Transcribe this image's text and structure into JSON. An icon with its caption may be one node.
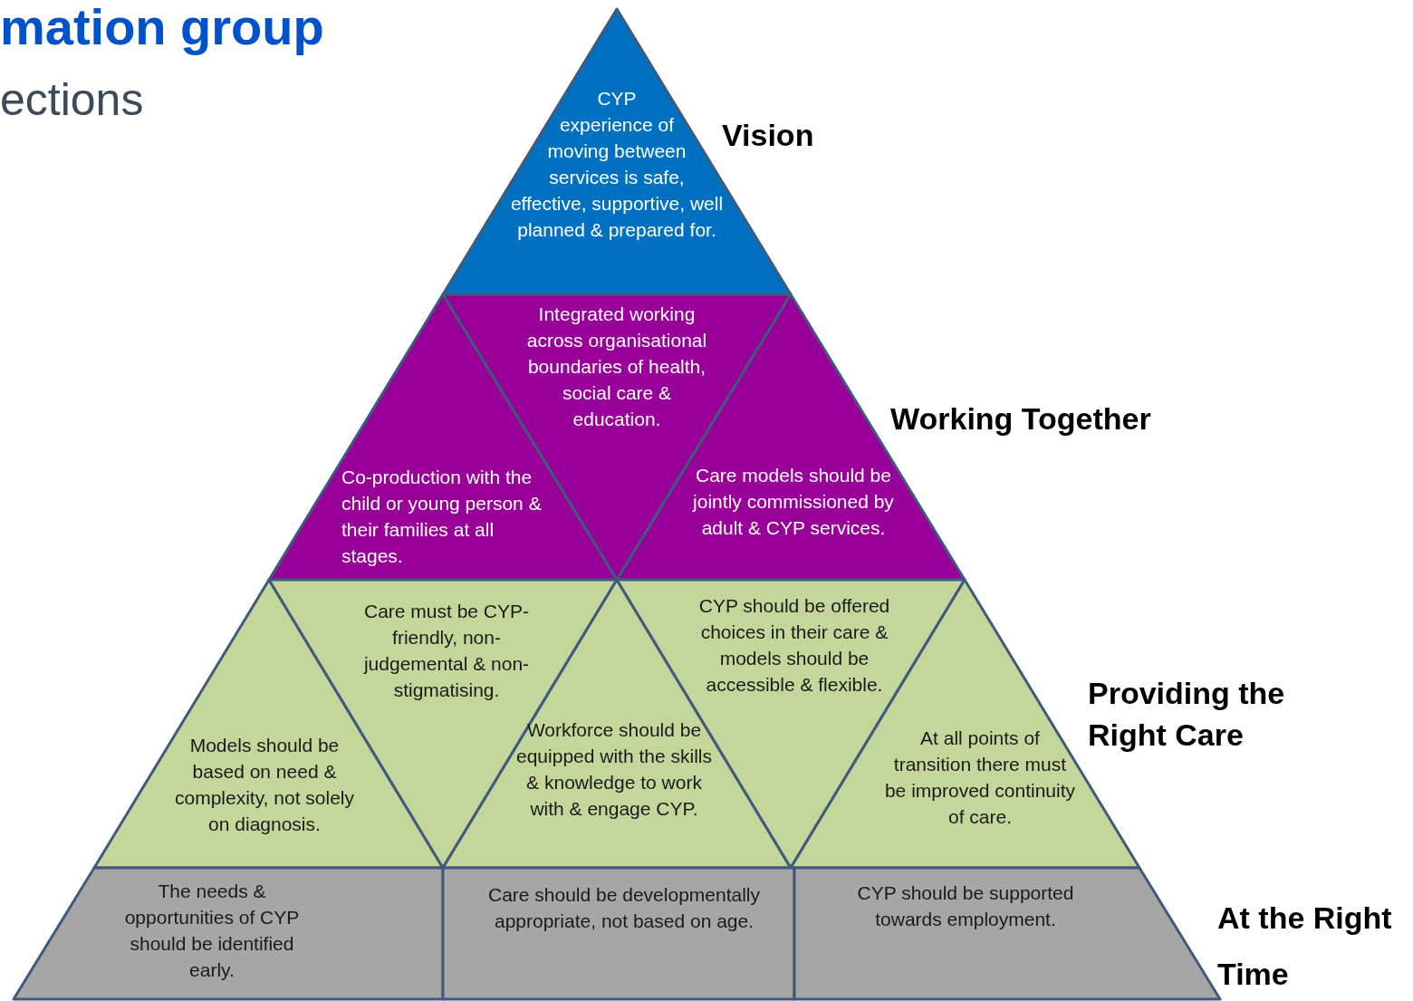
{
  "diagram": {
    "title": "mation group",
    "nodes": [
      {
        "text": [
          "CYP experience of moving between services is safe, effective, supportive, well planned & prepared for."
        ]
      },
      {
        "text": [
          "Co-production with the child or young person & their families at all stages."
        ]
      },
      {
        "text": [
          "Integrated working across organisational boundaries of health, social care & education."
        ]
      },
      {
        "text": [
          "Care models should be jointly commissioned by adult & CYP services."
        ]
      },
      {
        "text": [
          "Models should be based on need & complexity, not solely on diagnosis."
        ]
      },
      {
        "text": [
          "Care must be CYP-friendly, non-judgemental & non-stigmatising."
        ]
      },
      {
        "text": [
          "Workforce should be equipped with the skills & knowledge to work with & engage CYP."
        ]
      },
      {
        "text": [
          "CYP should be offered choices in their care & models should be accessible & flexible."
        ]
      },
      {
        "text": [
          "At all points of transition there must be improved continuity of care."
        ]
      },
      {
        "text": [
          "The needs & opportunities of CYP should be identified early."
        ]
      },
      {
        "text": [
          "Care should be developmentally appropriate, not based on age."
        ]
      },
      {
        "text": [
          "CYP should be supported towards employment."
        ]
      }
    ],
    "labels": [
      "ections",
      "Vision",
      "Working Together",
      "Providing the Right Care",
      "At the Right Time"
    ]
  }
}
